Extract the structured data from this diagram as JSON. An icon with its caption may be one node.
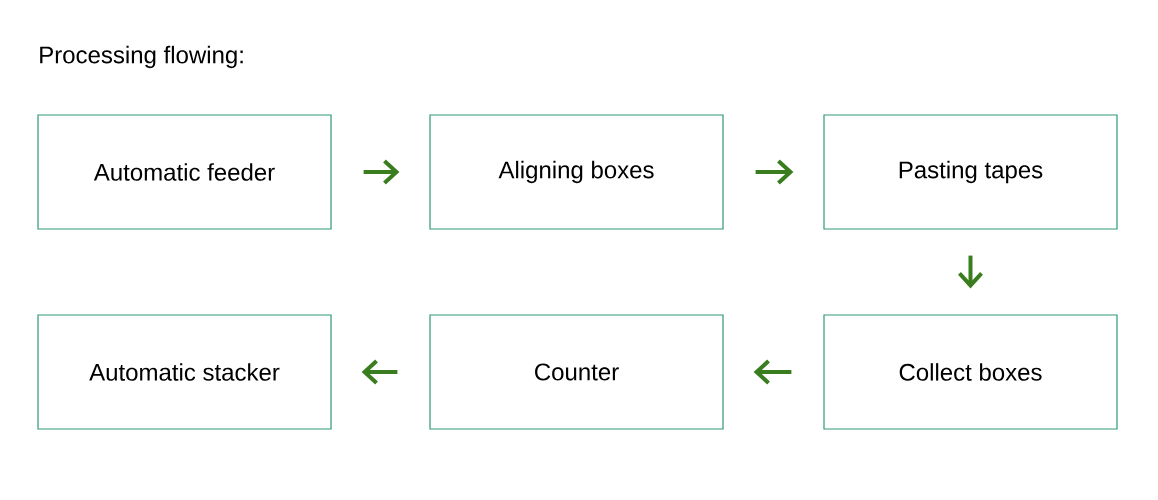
{
  "diagram": {
    "title": "Processing flowing:",
    "nodes": [
      {
        "text": [
          "Automatic feeder"
        ]
      },
      {
        "text": [
          "Aligning boxes"
        ]
      },
      {
        "text": [
          "Pasting tapes"
        ]
      },
      {
        "text": [
          "Automatic stacker"
        ]
      },
      {
        "text": [
          "Counter"
        ]
      },
      {
        "text": [
          "Collect boxes"
        ]
      }
    ],
    "edges": [
      {
        "from": 0,
        "to": 1,
        "arrow": "to"
      },
      {
        "from": 1,
        "to": 2,
        "arrow": "to"
      },
      {
        "from": 2,
        "to": 5,
        "arrow": "to"
      },
      {
        "from": 5,
        "to": 4,
        "arrow": "to"
      },
      {
        "from": 4,
        "to": 3,
        "arrow": "to"
      }
    ]
  }
}
